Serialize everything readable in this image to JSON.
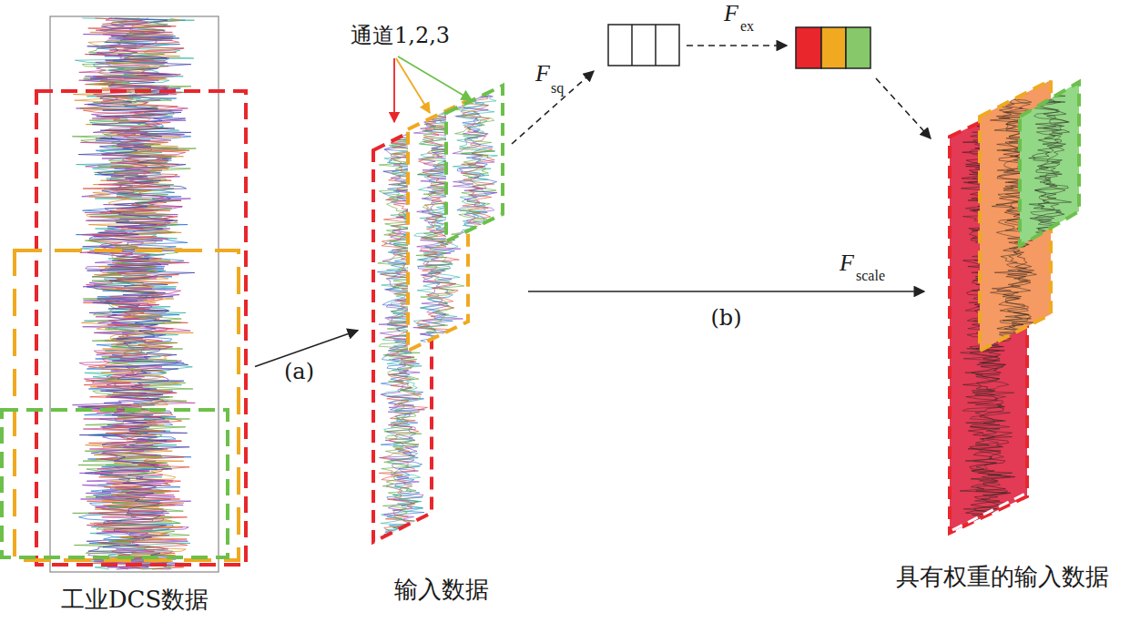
{
  "diagram": {
    "nodes": [
      {
        "text": [
          "工业DCS数据"
        ]
      },
      {
        "text": [
          "输入数据"
        ]
      },
      {
        "text": [
          "具有权重的输入数据"
        ]
      }
    ],
    "edges": [
      {
        "from": 0,
        "to": 1,
        "arrow": "to",
        "label": "(a)"
      },
      {
        "from": 1,
        "to": 2,
        "arrow": "to",
        "label": "(b)"
      }
    ],
    "labels": [
      "通道1,2,3",
      "F",
      "sq",
      "F",
      "ex",
      "F",
      "scale"
    ]
  }
}
